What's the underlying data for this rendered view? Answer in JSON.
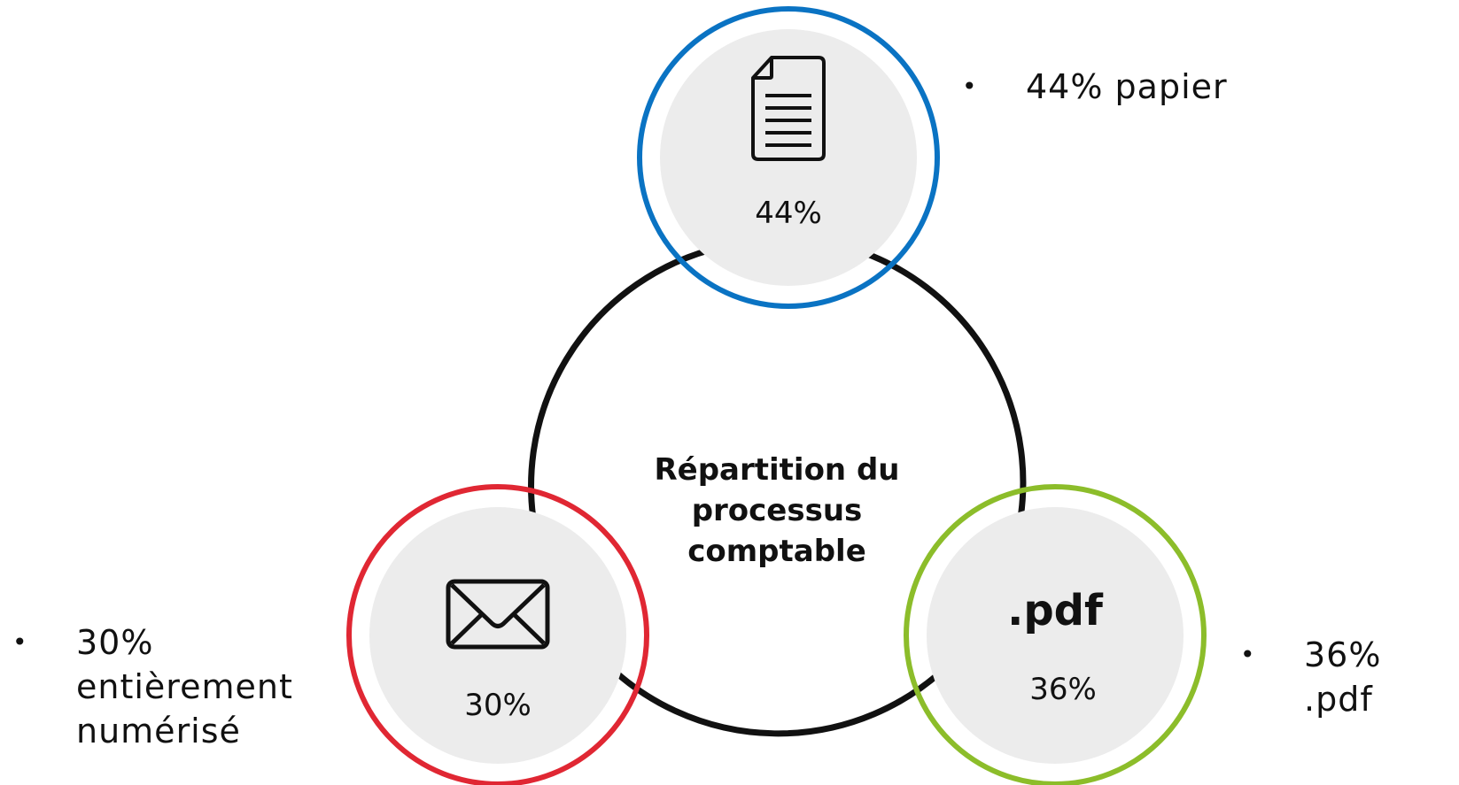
{
  "diagram": {
    "title_lines": [
      "Répartition du",
      "processus",
      "comptable"
    ],
    "nodes": [
      {
        "key": "paper",
        "value": "44%",
        "icon": "document-icon",
        "color": "#0a73c3"
      },
      {
        "key": "digital",
        "value": "30%",
        "icon": "envelope-icon",
        "color": "#e02733"
      },
      {
        "key": "pdf",
        "value": "36%",
        "icon_text": ".pdf",
        "color": "#8cbd2a"
      }
    ],
    "ring_fill": "#ececec",
    "connector_color": "#111111"
  },
  "legend": {
    "paper": {
      "bullet": "•",
      "text": "44% papier"
    },
    "pdf": {
      "bullet": "•",
      "text": "36% .pdf"
    },
    "digital": {
      "bullet": "•",
      "text": "30%\nentièrement\nnumérisé"
    }
  }
}
